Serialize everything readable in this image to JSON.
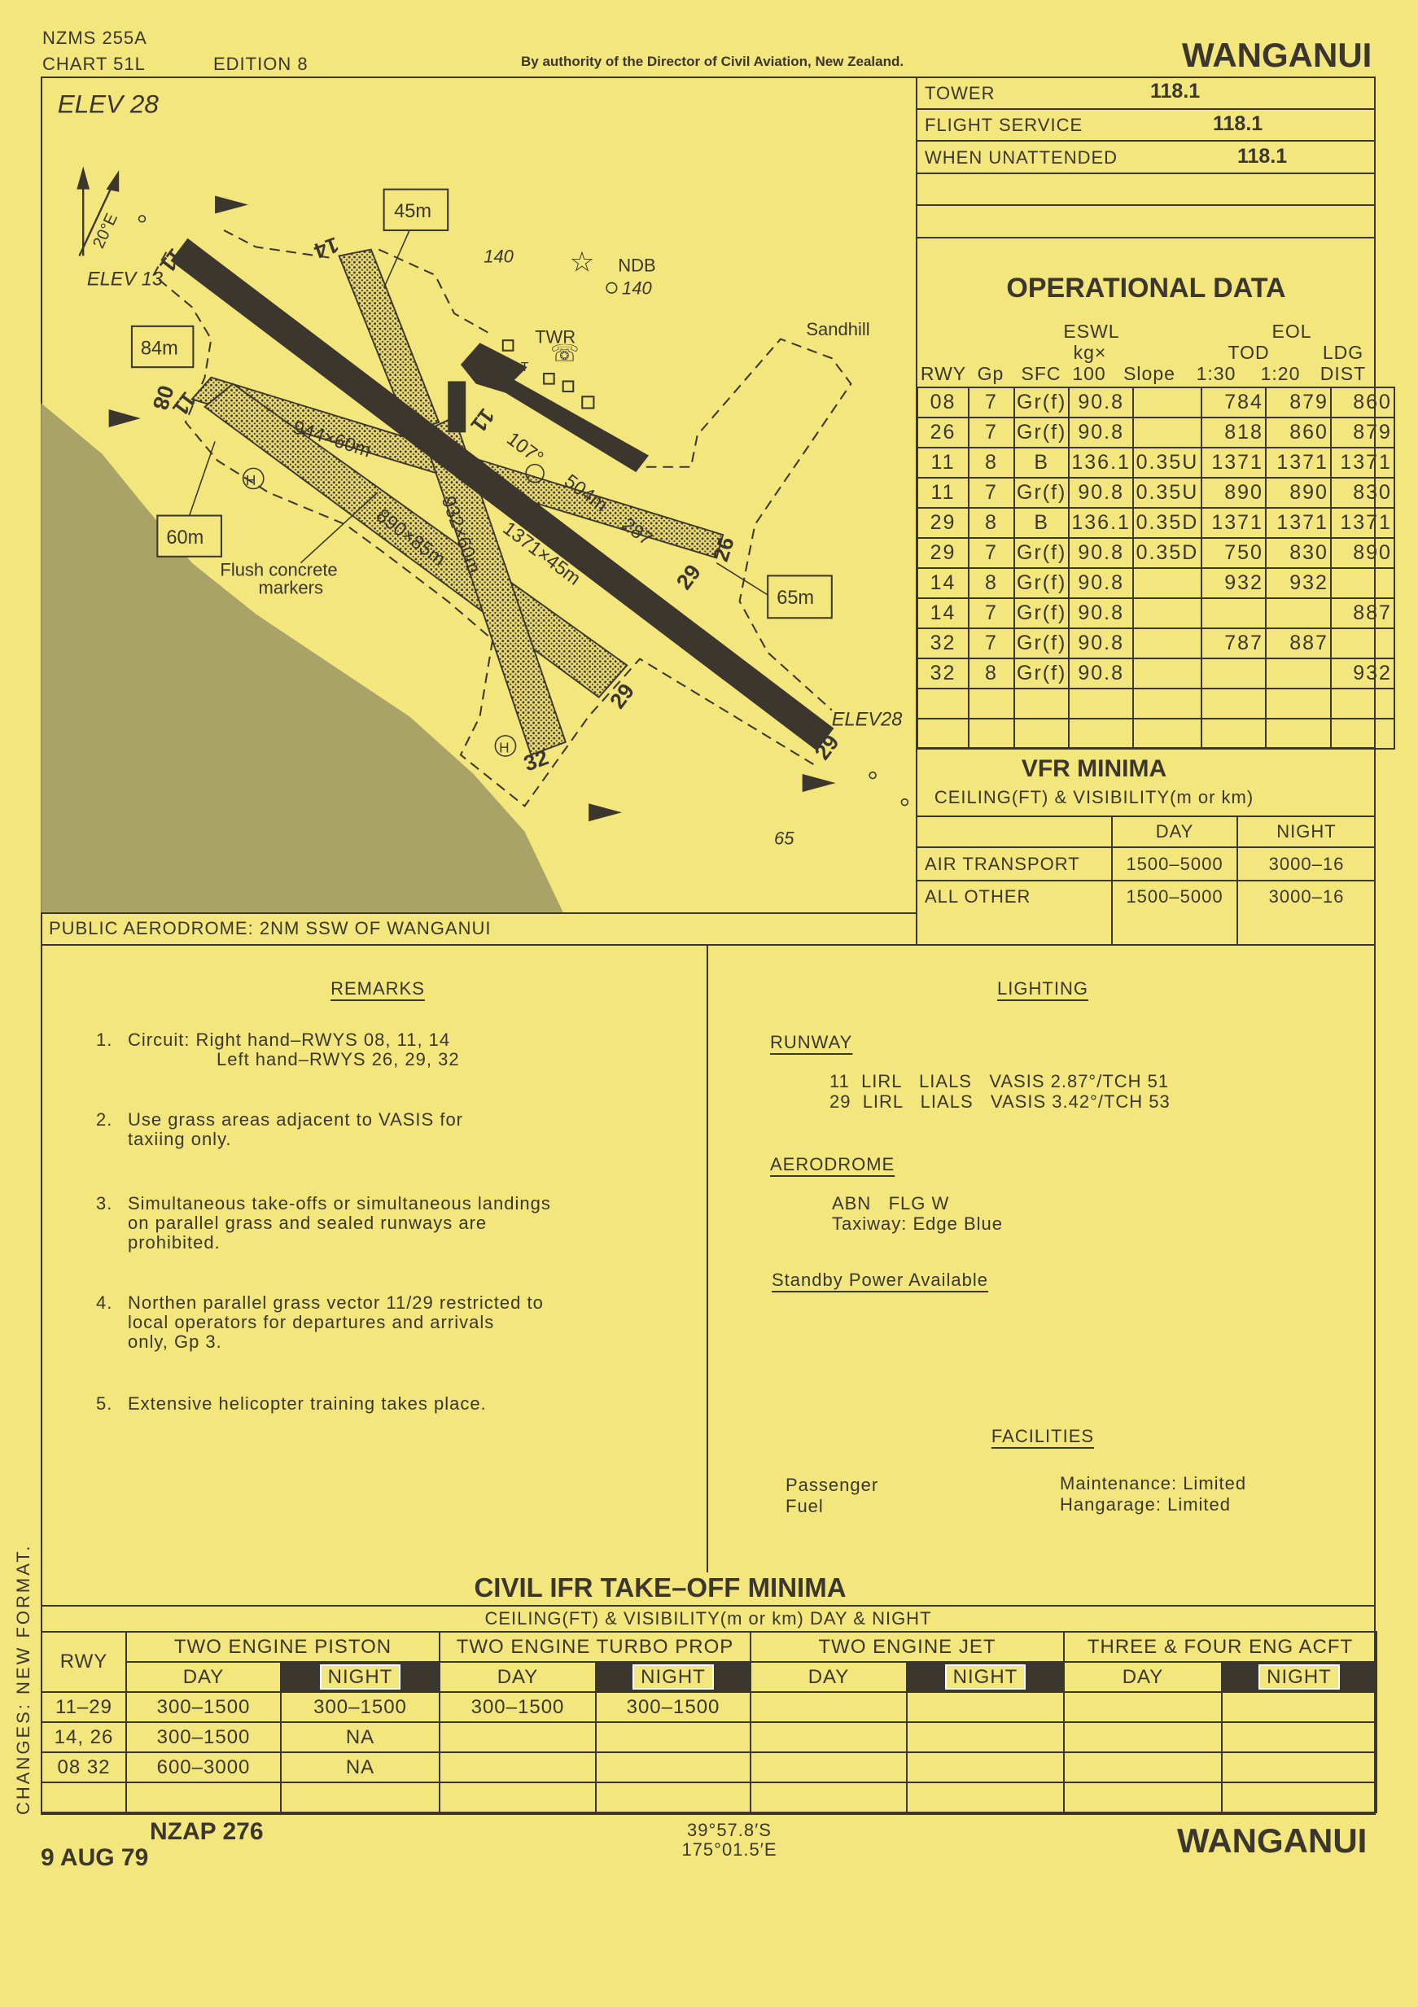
{
  "header": {
    "series": "NZMS 255A",
    "chart": "CHART 51L",
    "edition": "EDITION 8",
    "authority": "By authority of the Director of Civil Aviation, New Zealand.",
    "title": "WANGANUI"
  },
  "map": {
    "elev": "ELEV 28",
    "elev_13": "ELEV 13",
    "elev_28_end": "ELEV28",
    "variation": "20°E",
    "box_45": "45m",
    "box_84": "84m",
    "box_60": "60m",
    "box_65": "65m",
    "obst_140": "140",
    "ndb": "NDB",
    "ndb_140": "140",
    "twr": "TWR",
    "sandhill": "Sandhill",
    "markers_1": "Flush concrete",
    "markers_2": "markers",
    "obst_65": "65",
    "heading": "107°",
    "dim_504": "504m",
    "dim_287": "287",
    "dim_main": "1371×45m",
    "dim_932": "932×60m",
    "dim_890": "890×85m",
    "dim_944": "944×60m",
    "rwy_11a": "11",
    "rwy_14": "14",
    "rwy_08": "08",
    "rwy_11b": "11",
    "rwy_11c": "11",
    "rwy_26": "26",
    "rwy_29a": "29",
    "rwy_29b": "29",
    "rwy_29c": "29",
    "rwy_32": "32",
    "heli": "H",
    "tee": "T",
    "public": "PUBLIC AERODROME:  2NM SSW OF WANGANUI"
  },
  "frequencies": [
    {
      "label": "TOWER",
      "value": "118.1"
    },
    {
      "label": "FLIGHT SERVICE",
      "value": "118.1"
    },
    {
      "label": "WHEN UNATTENDED",
      "value": "118.1"
    }
  ],
  "operational": {
    "title": "OPERATIONAL DATA",
    "h_eswl": "ESWL",
    "h_kg": "kg×",
    "h_eol": "EOL",
    "h_tod": "TOD",
    "h_ldg": "LDG",
    "h_rwy": "RWY",
    "h_gp": "Gp",
    "h_sfc": "SFC",
    "h_100": "100",
    "h_slope": "Slope",
    "h_130": "1:30",
    "h_120": "1:20",
    "h_dist": "DIST",
    "rows": [
      [
        "08",
        "7",
        "Gr(f)",
        "90.8",
        "",
        "784",
        "879",
        "860"
      ],
      [
        "26",
        "7",
        "Gr(f)",
        "90.8",
        "",
        "818",
        "860",
        "879"
      ],
      [
        "11",
        "8",
        "B",
        "136.1",
        "0.35U",
        "1371",
        "1371",
        "1371"
      ],
      [
        "11",
        "7",
        "Gr(f)",
        "90.8",
        "0.35U",
        "890",
        "890",
        "830"
      ],
      [
        "29",
        "8",
        "B",
        "136.1",
        "0.35D",
        "1371",
        "1371",
        "1371"
      ],
      [
        "29",
        "7",
        "Gr(f)",
        "90.8",
        "0.35D",
        "750",
        "830",
        "890"
      ],
      [
        "14",
        "8",
        "Gr(f)",
        "90.8",
        "",
        "932",
        "932",
        ""
      ],
      [
        "14",
        "7",
        "Gr(f)",
        "90.8",
        "",
        "",
        "",
        "887"
      ],
      [
        "32",
        "7",
        "Gr(f)",
        "90.8",
        "",
        "787",
        "887",
        ""
      ],
      [
        "32",
        "8",
        "Gr(f)",
        "90.8",
        "",
        "",
        "",
        "932"
      ]
    ]
  },
  "vfr": {
    "title": "VFR MINIMA",
    "subtitle": "CEILING(FT) & VISIBILITY(m or km)",
    "day": "DAY",
    "night": "NIGHT",
    "rows": [
      [
        "AIR TRANSPORT",
        "1500–5000",
        "3000–16"
      ],
      [
        "ALL OTHER",
        "1500–5000",
        "3000–16"
      ]
    ]
  },
  "remarks": {
    "title": "REMARKS",
    "items": [
      {
        "num": "1.",
        "lines": [
          "Circuit: Right hand–RWYS 08, 11, 14",
          "Left hand–RWYS 26, 29, 32"
        ]
      },
      {
        "num": "2.",
        "lines": [
          "Use grass areas adjacent to VASIS for",
          "taxiing only."
        ]
      },
      {
        "num": "3.",
        "lines": [
          "Simultaneous take-offs or simultaneous landings",
          "on parallel grass and sealed runways are",
          "prohibited."
        ]
      },
      {
        "num": "4.",
        "lines": [
          "Northen parallel grass vector 11/29 restricted to",
          "local operators for departures and arrivals",
          "only, Gp 3."
        ]
      },
      {
        "num": "5.",
        "lines": [
          "Extensive helicopter training takes place."
        ]
      }
    ]
  },
  "lighting": {
    "title": "LIGHTING",
    "runway": "RUNWAY",
    "rwy_lines": [
      "11  LIRL   LIALS   VASIS 2.87°/TCH 51",
      "29  LIRL   LIALS   VASIS 3.42°/TCH 53"
    ],
    "aerodrome": "AERODROME",
    "ad_lines": [
      "ABN   FLG W",
      "Taxiway: Edge Blue"
    ],
    "standby": "Standby Power Available"
  },
  "facilities": {
    "title": "FACILITIES",
    "passenger": "Passenger",
    "fuel": "Fuel",
    "maintenance": "Maintenance: Limited",
    "hangarage": "Hangarage: Limited"
  },
  "ifr": {
    "title": "CIVIL  IFR  TAKE–OFF MINIMA",
    "subtitle": "CEILING(FT) & VISIBILITY(m or km)  DAY & NIGHT",
    "rwy": "RWY",
    "groups": [
      "TWO ENGINE PISTON",
      "TWO ENGINE TURBO PROP",
      "TWO ENGINE JET",
      "THREE & FOUR ENG ACFT"
    ],
    "day": "DAY",
    "night": "NIGHT",
    "rows": [
      [
        "11–29",
        "300–1500",
        "300–1500",
        "300–1500",
        "300–1500",
        "",
        "",
        "",
        ""
      ],
      [
        "14, 26",
        "300–1500",
        "NA",
        "",
        "",
        "",
        "",
        "",
        ""
      ],
      [
        "08 32",
        "600–3000",
        "NA",
        "",
        "",
        "",
        "",
        "",
        ""
      ],
      [
        "",
        "",
        "",
        "",
        "",
        "",
        "",
        "",
        ""
      ]
    ]
  },
  "side_note": "CHANGES: NEW FORMAT.",
  "footer": {
    "ref": "NZAP 276",
    "date": "9 AUG 79",
    "lat": "39°57.8′S",
    "lon": "175°01.5′E",
    "title": "WANGANUI"
  }
}
